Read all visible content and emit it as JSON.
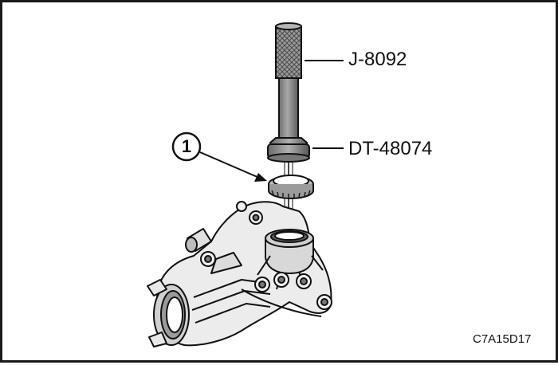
{
  "labels": {
    "tool_upper": "J-8092",
    "tool_lower": "DT-48074",
    "callout_number": "1",
    "figure_id": "C7A15D17"
  },
  "colors": {
    "line": "#111111",
    "tool_fill": "#8a8a8a",
    "tool_shadow": "#5e5e5e",
    "housing_fill": "#d9d9d9",
    "background": "#ffffff"
  }
}
